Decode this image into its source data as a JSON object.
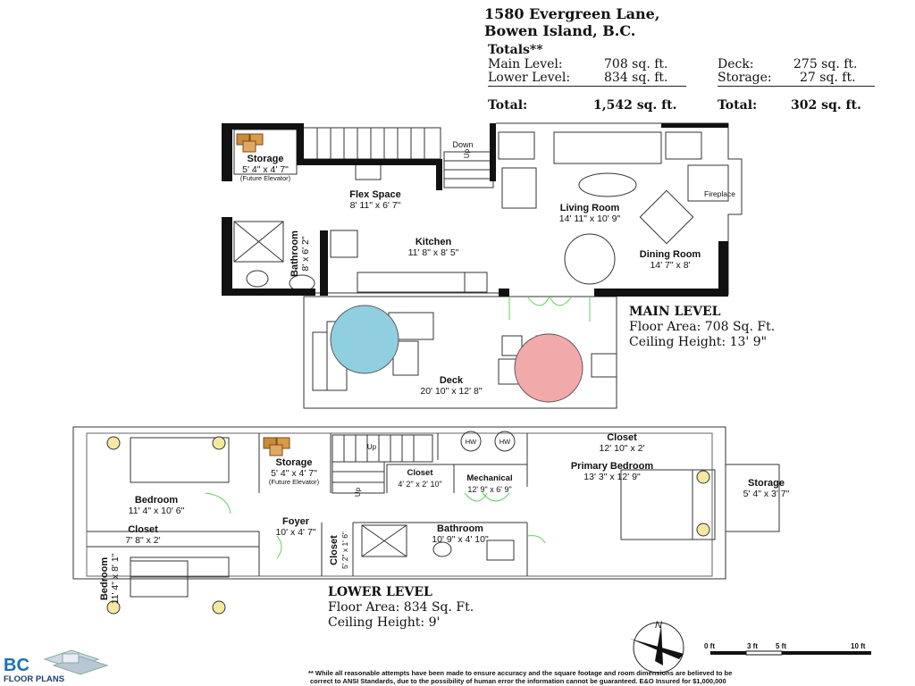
{
  "header": {
    "address_line1": "1580 Evergreen Lane,",
    "address_line2": "Bowen Island, B.C."
  },
  "totals": {
    "heading": "Totals**",
    "main_label": "Main Level:",
    "main_value": "708 sq. ft.",
    "lower_label": "Lower Level:",
    "lower_value": "834 sq. ft.",
    "total_label": "Total:",
    "total_value": "1,542 sq. ft.",
    "deck_label": "Deck:",
    "deck_value": "275 sq. ft.",
    "storage_label": "Storage:",
    "storage_value": "27 sq. ft.",
    "total2_label": "Total:",
    "total2_value": "302 sq. ft."
  },
  "main_level": {
    "title": "MAIN LEVEL",
    "floor_area": "Floor Area: 708 Sq. Ft.",
    "ceiling": "Ceiling Height: 13' 9\"",
    "rooms": {
      "storage": {
        "name": "Storage",
        "dim": "5' 4\" x 4' 7\"",
        "note": "(Future Elevator)"
      },
      "flex": {
        "name": "Flex Space",
        "dim": "8' 11\" x 6' 7\""
      },
      "bathroom": {
        "name": "Bathroom",
        "dim": "8' x 6' 2\""
      },
      "kitchen": {
        "name": "Kitchen",
        "dim": "11' 8\" x 8' 5\""
      },
      "living": {
        "name": "Living Room",
        "dim": "14' 11\" x 10' 9\""
      },
      "dining": {
        "name": "Dining Room",
        "dim": "14' 7\" x 8'"
      },
      "deck": {
        "name": "Deck",
        "dim": "20' 10\" x 12' 8\""
      },
      "fireplace": "Fireplace",
      "down": "Down",
      "up": "Up"
    }
  },
  "lower_level": {
    "title": "LOWER LEVEL",
    "floor_area": "Floor Area: 834 Sq. Ft.",
    "ceiling": "Ceiling Height: 9'",
    "rooms": {
      "storage": {
        "name": "Storage",
        "dim": "5' 4\" x 4' 7\"",
        "note": "(Future Elevator)"
      },
      "bedroom1": {
        "name": "Bedroom",
        "dim": "11' 4\" x 10' 6\""
      },
      "closet1": {
        "name": "Closet",
        "dim": "7' 8\" x 2'"
      },
      "bedroom2": {
        "name": "Bedroom",
        "dim": "11' 4\" x 8' 1\""
      },
      "foyer": {
        "name": "Foyer",
        "dim": "10' x 4' 7\""
      },
      "closet2": {
        "name": "Closet",
        "dim": "5' 2\" x 1' 6\""
      },
      "closet3": {
        "name": "Closet",
        "dim": "4' 2\" x 2' 10\""
      },
      "mechanical": {
        "name": "Mechanical",
        "dim": "12' 9\" x 6' 9\""
      },
      "bathroom": {
        "name": "Bathroom",
        "dim": "10' 9\" x 4' 10\""
      },
      "closet4": {
        "name": "Closet",
        "dim": "12' 10\" x 2'"
      },
      "primary": {
        "name": "Primary Bedroom",
        "dim": "13' 3\" x 12' 9\""
      },
      "storage2": {
        "name": "Storage",
        "dim": "5' 4\" x 3' 7\""
      },
      "hw1": "HW",
      "hw2": "HW",
      "up1": "Up",
      "up2": "Up"
    }
  },
  "scale": {
    "s0": "0 ft",
    "s3": "3 ft",
    "s5": "5 ft",
    "s10": "10 ft"
  },
  "compass": "N",
  "logo": {
    "line1": "BC",
    "line2": "FLOOR PLANS"
  },
  "disclaimer": {
    "line1": "** While all reasonable attempts have been made to ensure accuracy and the square footage and room dimensions are believed to be",
    "line2": "correct to ANSI Standards, due to the possibility of human error the information cannot be guaranteed. E&O Insured for $1,000,000"
  }
}
